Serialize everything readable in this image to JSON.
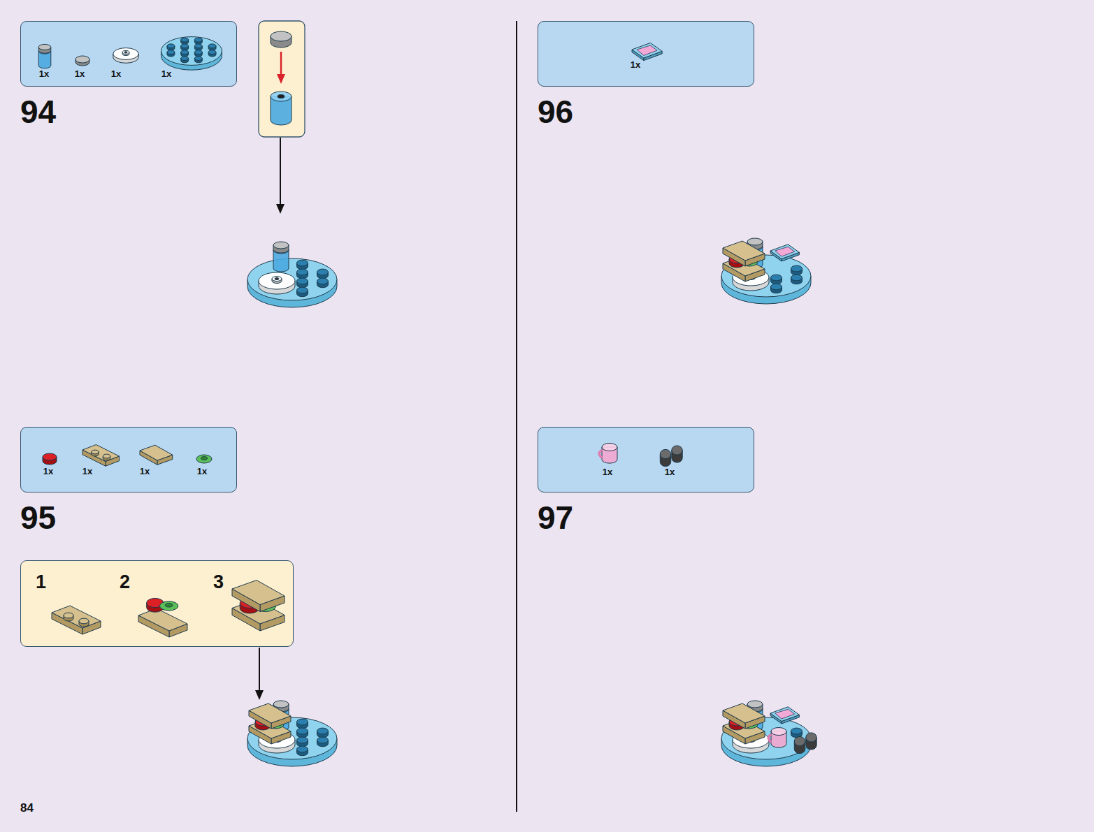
{
  "diagram": {
    "nodes": [
      {
        "text": [
          "1x",
          "1x",
          "1x",
          "1x"
        ]
      },
      {
        "text": [
          "1x",
          "1x",
          "1x",
          "1x"
        ]
      },
      {
        "text": [
          "1",
          "2",
          "3"
        ]
      },
      {
        "text": [
          "1x"
        ]
      },
      {
        "text": [
          "1x",
          "1x"
        ]
      }
    ],
    "labels": [
      "94",
      "95",
      "96",
      "97",
      "84"
    ]
  }
}
